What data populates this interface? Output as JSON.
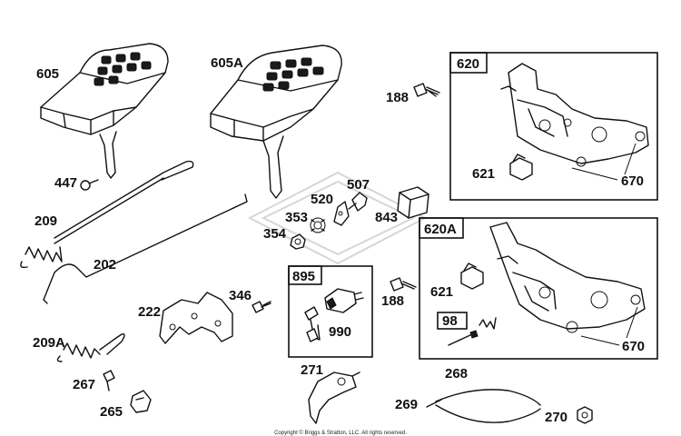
{
  "labels": {
    "p605": "605",
    "p605A": "605A",
    "p620": "620",
    "p188a": "188",
    "p621a": "621",
    "p670a": "670",
    "p447": "447",
    "p507": "507",
    "p520": "520",
    "p353": "353",
    "p843": "843",
    "p354": "354",
    "p209": "209",
    "p202": "202",
    "p620A": "620A",
    "p895": "895",
    "p188b": "188",
    "p621b": "621",
    "p98": "98",
    "p670b": "670",
    "p222": "222",
    "p346": "346",
    "p990": "990",
    "p209A": "209A",
    "p267": "267",
    "p271": "271",
    "p268": "268",
    "p265": "265",
    "p269": "269",
    "p270": "270"
  },
  "copyright": "Copyright © Briggs & Stratton, LLC. All rights reserved."
}
